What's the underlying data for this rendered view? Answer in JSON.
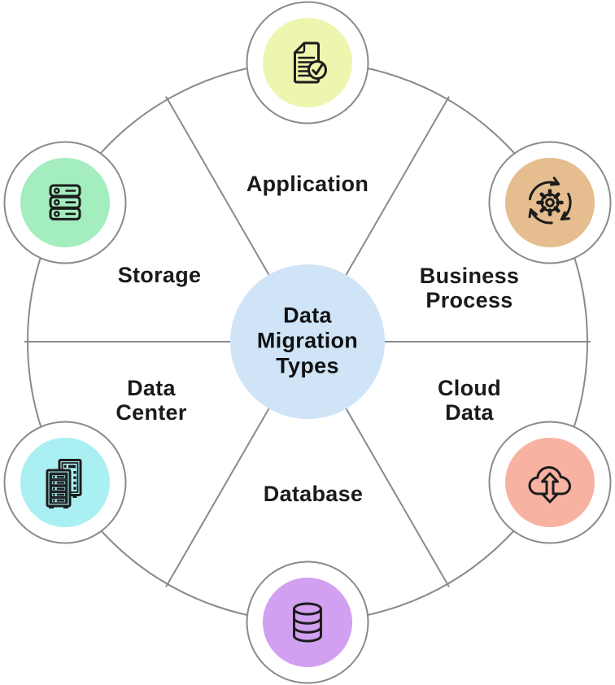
{
  "title": "Data Migration Types",
  "background": "#ffffff",
  "center": {
    "label": "Data\nMigration\nTypes",
    "color": "#cfe4f7"
  },
  "wheel": {
    "stroke_color": "#8a8a8a",
    "icon_stroke": "#1c1c1c",
    "text_color": "#1a1a1a"
  },
  "segments": [
    {
      "label": "Application",
      "icon": "document-check-icon",
      "color": "#eef5ae"
    },
    {
      "label": "Business\nProcess",
      "icon": "gear-cycle-icon",
      "color": "#e5bd8e"
    },
    {
      "label": "Cloud\nData",
      "icon": "cloud-transfer-icon",
      "color": "#f8b2a2"
    },
    {
      "label": "Database",
      "icon": "database-icon",
      "color": "#d2a0f0"
    },
    {
      "label": "Data\nCenter",
      "icon": "data-center-icon",
      "color": "#aaf0f2"
    },
    {
      "label": "Storage",
      "icon": "server-stack-icon",
      "color": "#a3edbe"
    }
  ]
}
